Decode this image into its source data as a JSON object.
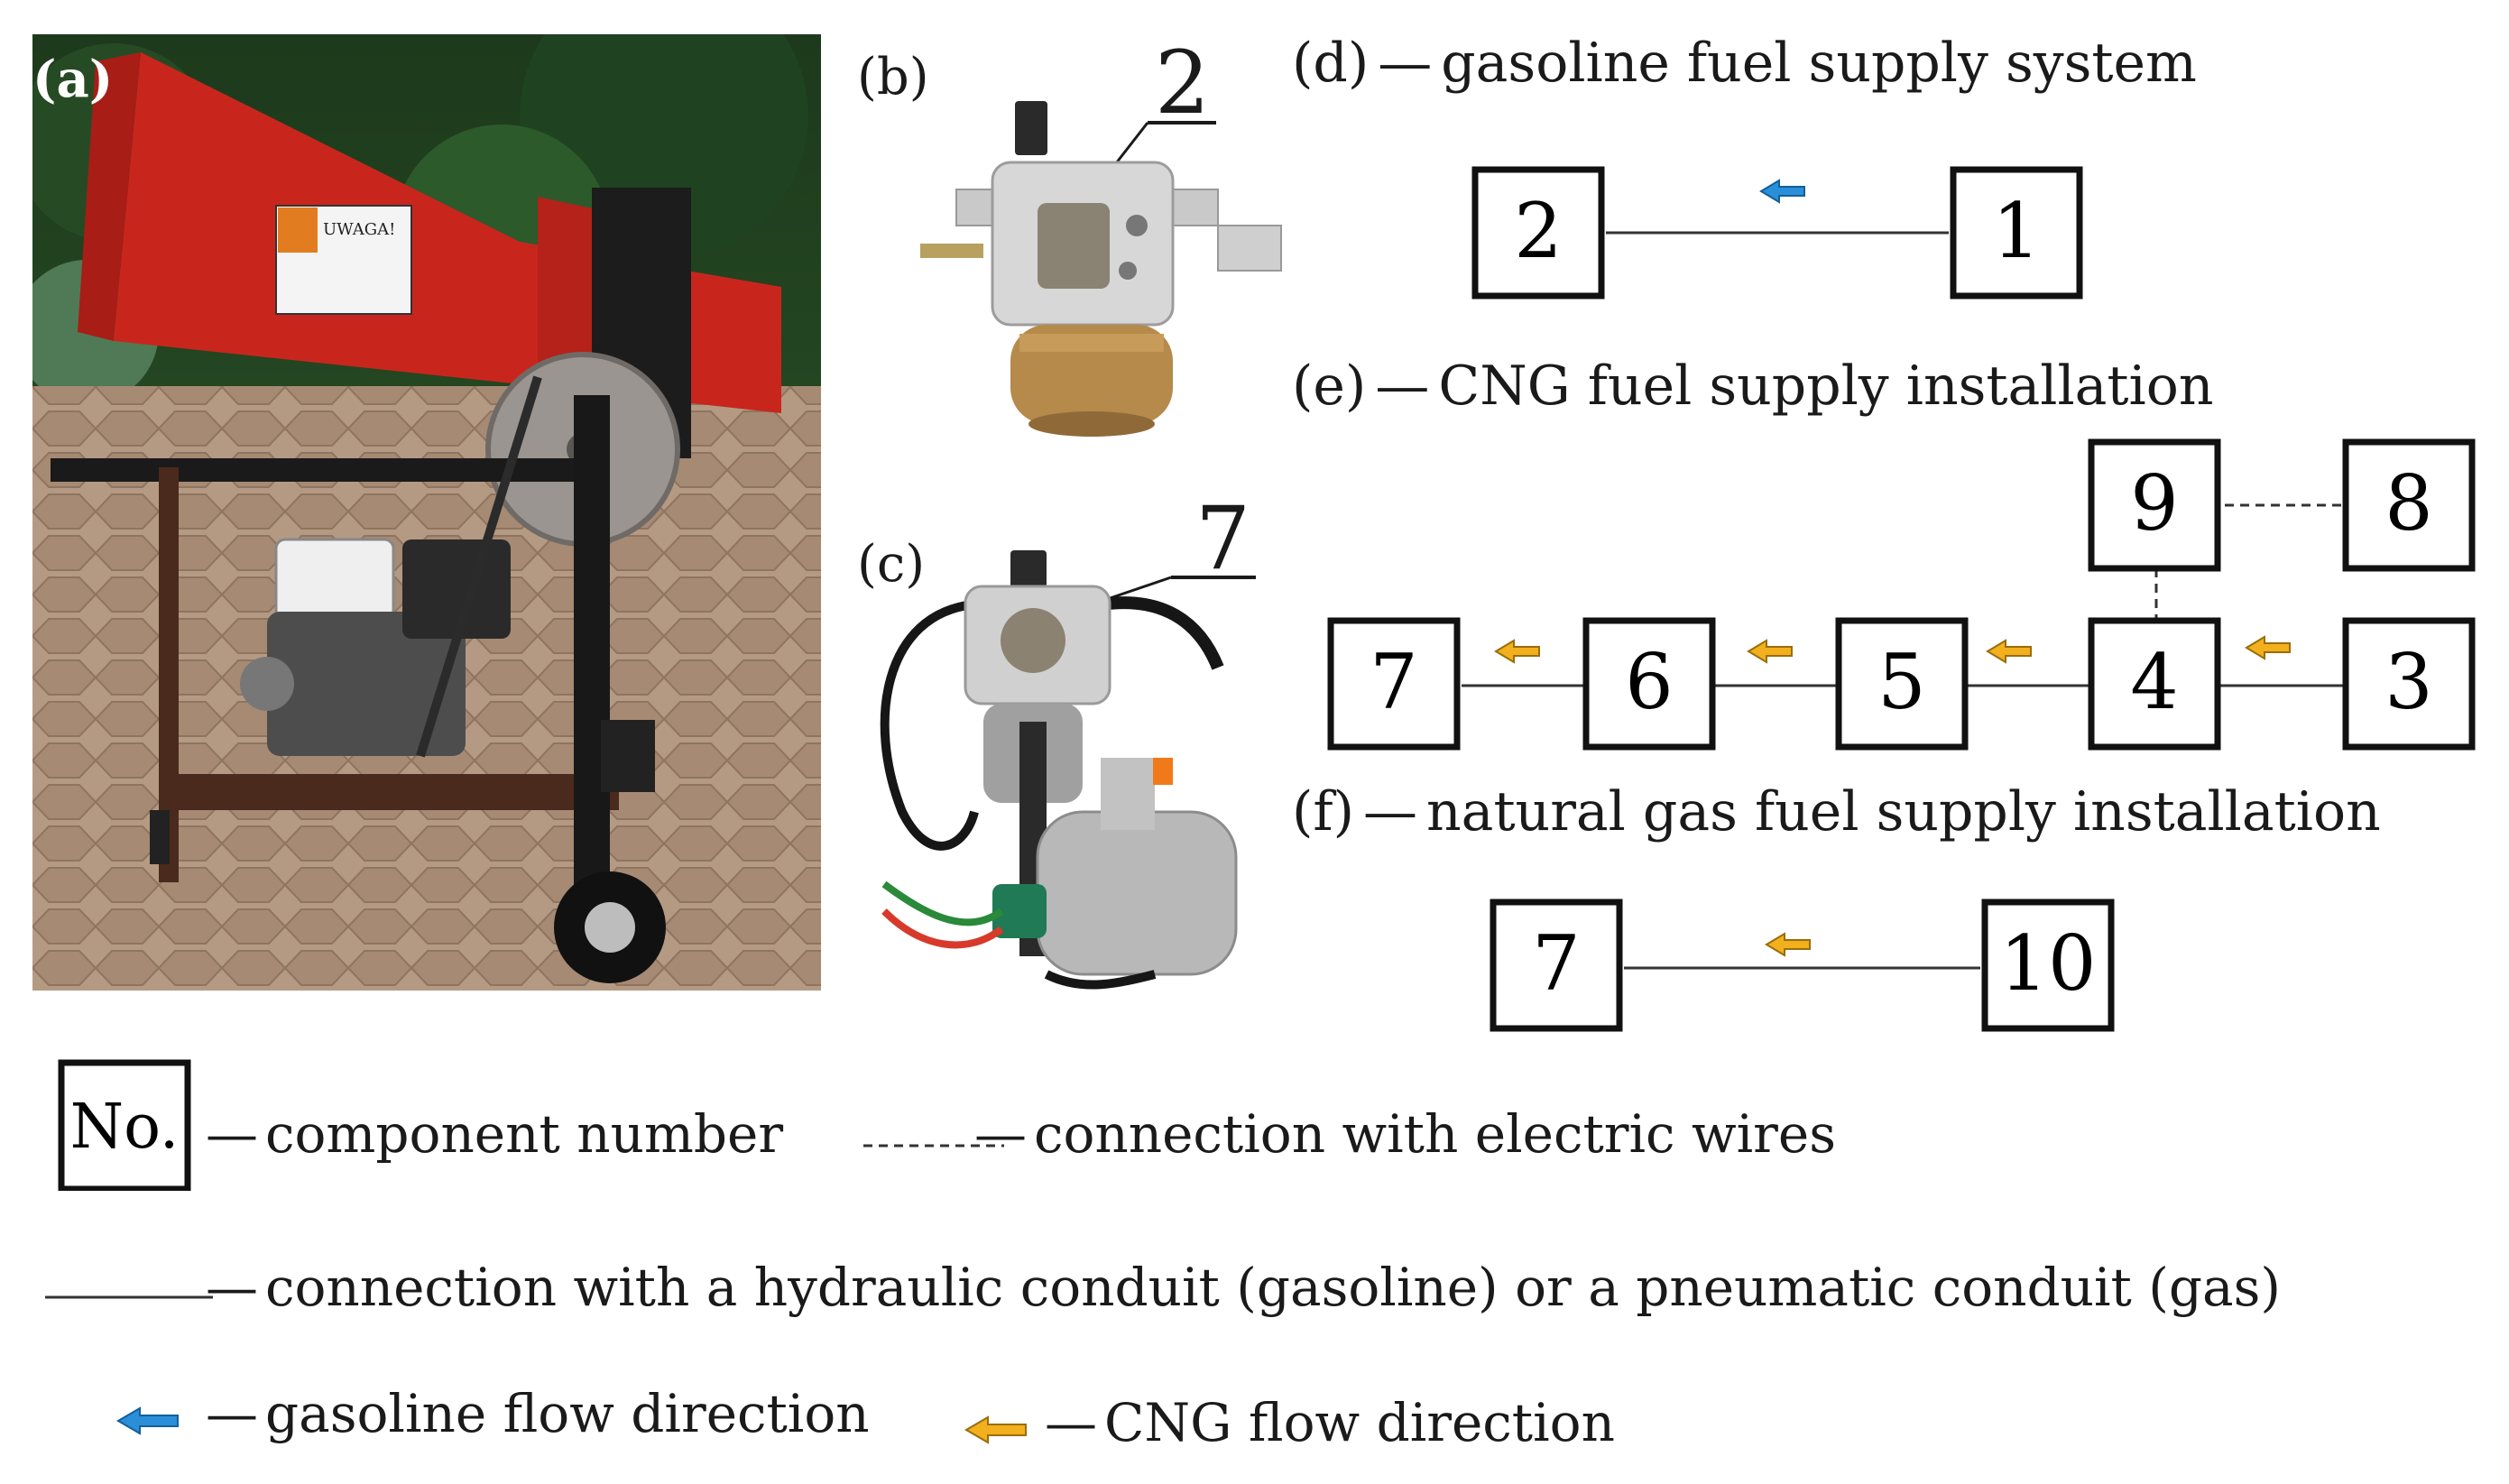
{
  "panels": {
    "a": "(a)",
    "b": "(b)",
    "c": "(c)",
    "d": "(d)",
    "e": "(e)",
    "f": "(f)"
  },
  "photos": {
    "a_sticker": "UWAGA!",
    "b_callout": "2",
    "c_callout": "7"
  },
  "diagrams": {
    "d_title": "gasoline fuel supply system",
    "e_title": "CNG fuel supply installation",
    "f_title": "natural gas fuel supply installation",
    "dash": "—",
    "d_boxes": [
      "2",
      "1"
    ],
    "e_boxes_top": [
      "9",
      "8"
    ],
    "e_boxes_bottom": [
      "7",
      "6",
      "5",
      "4",
      "3"
    ],
    "f_boxes": [
      "7",
      "10"
    ]
  },
  "legend": {
    "box_label": "No.",
    "component_number": "component number",
    "electric": "connection with electric wires",
    "conduit": "connection with a hydraulic conduit (gasoline) or a pneumatic conduit (gas)",
    "gasoline_flow": "gasoline flow direction",
    "cng_flow": "CNG flow direction",
    "dash": "—"
  },
  "colors": {
    "gasoline_arrow": "#2a8fd8",
    "cng_arrow": "#f2b01e",
    "chipper_red": "#c8261d"
  }
}
